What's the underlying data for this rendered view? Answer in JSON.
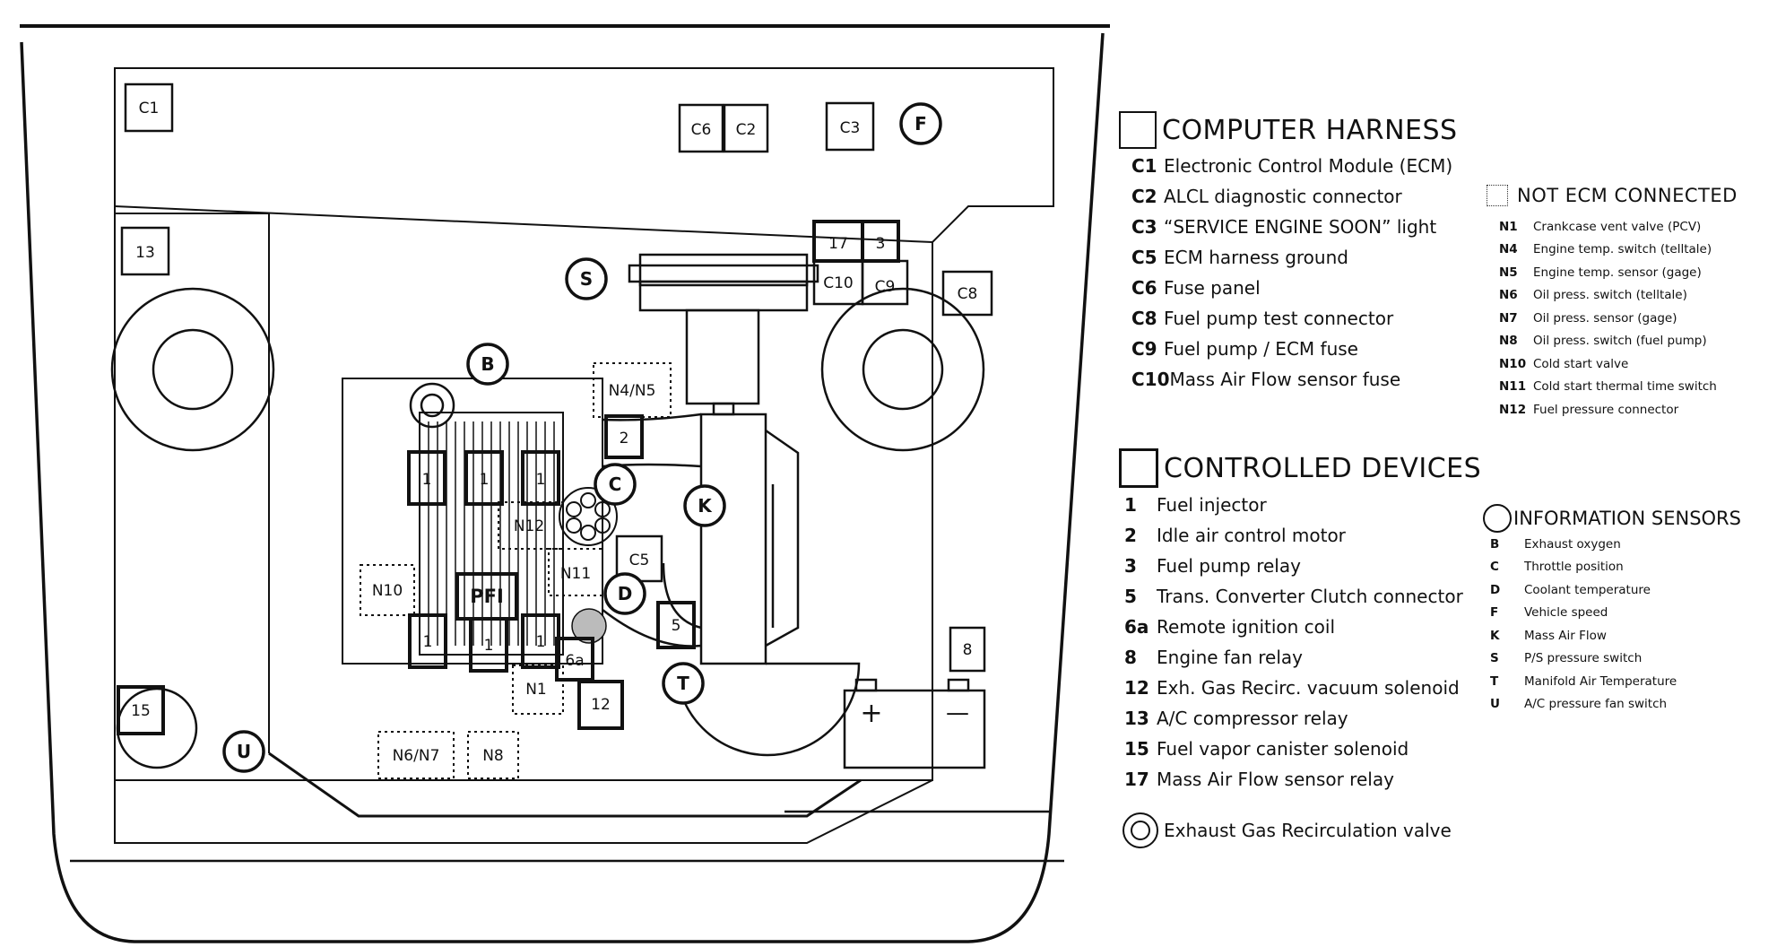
{
  "diagram": {
    "labels": {
      "C1": "C1",
      "C6": "C6",
      "C2": "C2",
      "C3": "C3",
      "F": "F",
      "13": "13",
      "17": "17",
      "3": "3",
      "C10": "C10",
      "C9": "C9",
      "C8": "C8",
      "S": "S",
      "B": "B",
      "N4N5": "N4/N5",
      "2": "2",
      "C": "C",
      "K": "K",
      "1": "1",
      "N12": "N12",
      "C5": "C5",
      "N10": "N10",
      "PFI": "PFI",
      "N11": "N11",
      "D": "D",
      "5": "5",
      "6a": "6a",
      "T": "T",
      "8": "8",
      "N1": "N1",
      "12": "12",
      "15": "15",
      "U": "U",
      "N6N7": "N6/N7",
      "N8": "N8",
      "plus": "+",
      "minus": "—"
    }
  },
  "legend": {
    "computer_harness": {
      "title": "COMPUTER HARNESS",
      "items": [
        {
          "code": "C1",
          "label": "Electronic Control Module (ECM)"
        },
        {
          "code": "C2",
          "label": "ALCL diagnostic connector"
        },
        {
          "code": "C3",
          "label": "“SERVICE ENGINE SOON” light"
        },
        {
          "code": "C5",
          "label": "ECM harness ground"
        },
        {
          "code": "C6",
          "label": "Fuse panel"
        },
        {
          "code": "C8",
          "label": "Fuel pump test connector"
        },
        {
          "code": "C9",
          "label": "Fuel pump / ECM fuse"
        },
        {
          "code": "C10",
          "label": "Mass Air Flow sensor fuse"
        }
      ]
    },
    "not_ecm_connected": {
      "title": "NOT ECM CONNECTED",
      "items": [
        {
          "code": "N1",
          "label": "Crankcase vent valve (PCV)"
        },
        {
          "code": "N4",
          "label": "Engine temp. switch (telltale)"
        },
        {
          "code": "N5",
          "label": "Engine temp. sensor (gage)"
        },
        {
          "code": "N6",
          "label": "Oil press. switch (telltale)"
        },
        {
          "code": "N7",
          "label": "Oil press. sensor (gage)"
        },
        {
          "code": "N8",
          "label": "Oil press. switch (fuel pump)"
        },
        {
          "code": "N10",
          "label": "Cold start valve"
        },
        {
          "code": "N11",
          "label": "Cold start thermal time switch"
        },
        {
          "code": "N12",
          "label": "Fuel pressure connector"
        }
      ]
    },
    "controlled_devices": {
      "title": "CONTROLLED DEVICES",
      "items": [
        {
          "code": "1",
          "label": "Fuel injector"
        },
        {
          "code": "2",
          "label": "Idle air control motor"
        },
        {
          "code": "3",
          "label": "Fuel pump relay"
        },
        {
          "code": "5",
          "label": "Trans. Converter Clutch connector"
        },
        {
          "code": "6a",
          "label": "Remote ignition coil"
        },
        {
          "code": "8",
          "label": "Engine fan relay"
        },
        {
          "code": "12",
          "label": "Exh. Gas Recirc. vacuum solenoid"
        },
        {
          "code": "13",
          "label": "A/C compressor relay"
        },
        {
          "code": "15",
          "label": "Fuel vapor canister solenoid"
        },
        {
          "code": "17",
          "label": "Mass Air Flow sensor relay"
        }
      ]
    },
    "information_sensors": {
      "title": "INFORMATION SENSORS",
      "items": [
        {
          "code": "B",
          "label": "Exhaust oxygen"
        },
        {
          "code": "C",
          "label": "Throttle position"
        },
        {
          "code": "D",
          "label": "Coolant temperature"
        },
        {
          "code": "F",
          "label": "Vehicle speed"
        },
        {
          "code": "K",
          "label": "Mass Air Flow"
        },
        {
          "code": "S",
          "label": "P/S pressure switch"
        },
        {
          "code": "T",
          "label": "Manifold Air Temperature"
        },
        {
          "code": "U",
          "label": "A/C pressure fan switch"
        }
      ]
    },
    "egr": {
      "label": "Exhaust Gas Recirculation valve"
    }
  }
}
